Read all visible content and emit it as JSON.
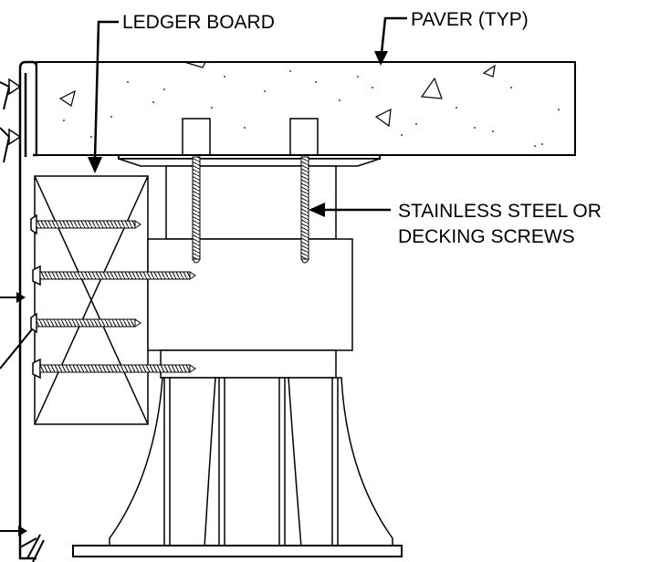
{
  "labels": {
    "ledger_board": "LEDGER BOARD",
    "paver": "PAVER (TYP)",
    "screws_line1": "STAINLESS STEEL OR",
    "screws_line2": "DECKING SCREWS"
  },
  "colors": {
    "line": "#000000",
    "background": "#ffffff"
  }
}
